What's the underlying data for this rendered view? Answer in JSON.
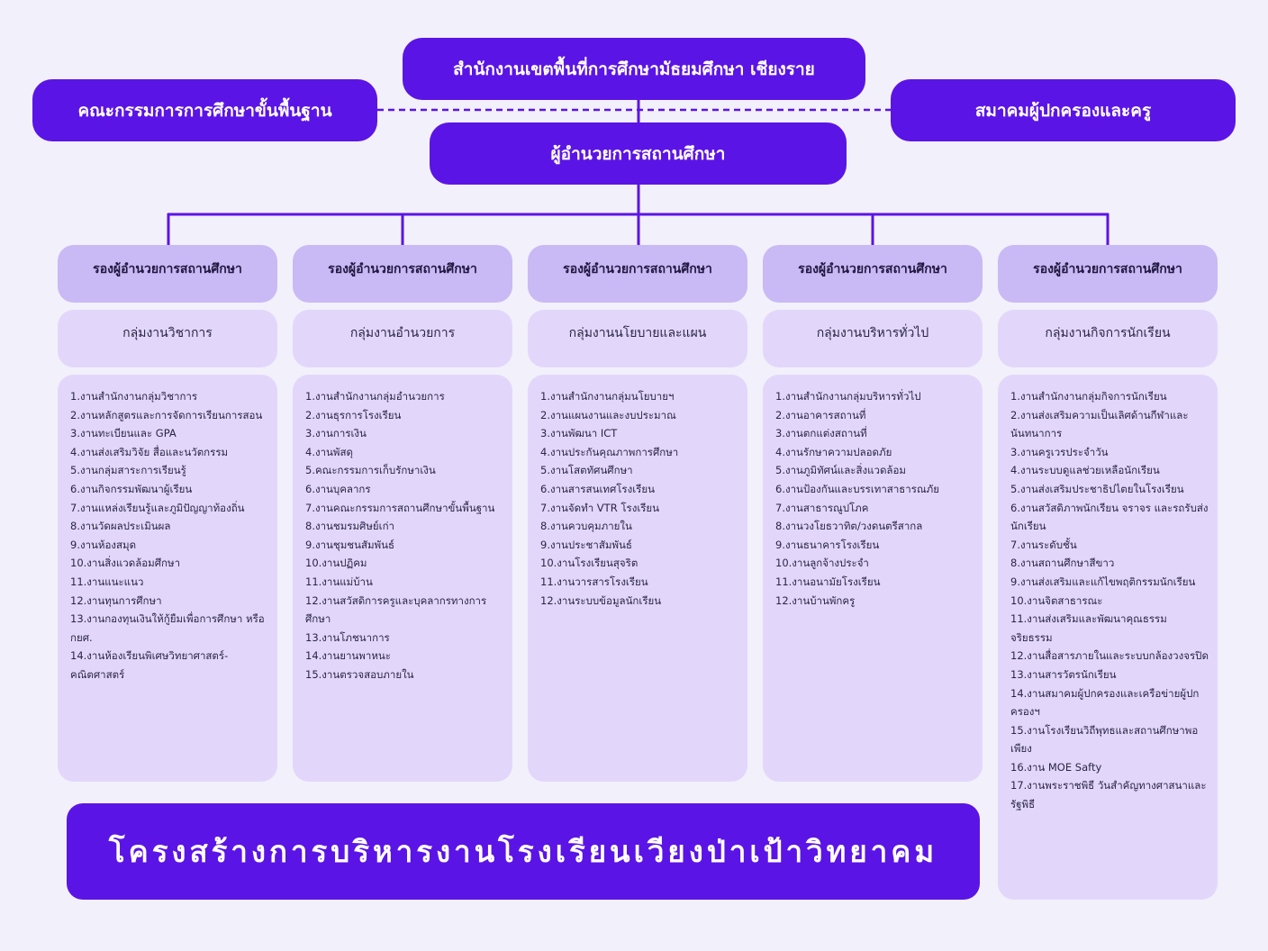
{
  "diagram": {
    "top_office": "สำนักงานเขตพื้นที่การศึกษามัธยมศึกษา เชียงราย",
    "left_partner": "คณะกรรมการการศึกษาขั้นพื้นฐาน",
    "right_partner": "สมาคมผู้ปกครองและครู",
    "director": "ผู้อำนวยการสถานศึกษา",
    "title": "โครงสร้างการบริหารงานโรงเรียนเวียงป่าเป้าวิทยาคม",
    "colors": {
      "primary": "#5b14e6",
      "head_box": "#c9b9f4",
      "list_box": "#e2d7fb",
      "background": "#f2f0fa"
    },
    "columns": [
      {
        "head": "รองผู้อำนวยการสถานศึกษา",
        "group": "กลุ่มงานวิชาการ",
        "items": [
          "1.งานสำนักงานกลุ่มวิชาการ",
          "2.งานหลักสูตรและการจัดการเรียนการสอน",
          "3.งานทะเบียนและ GPA",
          "4.งานส่งเสริมวิจัย สื่อและนวัตกรรม",
          "5.งานกลุ่มสาระการเรียนรู้",
          "6.งานกิจกรรมพัฒนาผู้เรียน",
          "7.งานแหล่งเรียนรู้และภูมิปัญญาท้องถิ่น",
          "8.งานวัดผลประเมินผล",
          "9.งานห้องสมุด",
          "10.งานสิ่งแวดล้อมศึกษา",
          "11.งานแนะแนว",
          "12.งานทุนการศึกษา",
          "13.งานกองทุนเงินให้กู้ยืมเพื่อการศึกษา หรือ กยศ.",
          "14.งานห้องเรียนพิเศษวิทยาศาสตร์-คณิตศาสตร์"
        ]
      },
      {
        "head": "รองผู้อำนวยการสถานศึกษา",
        "group": "กลุ่มงานอำนวยการ",
        "items": [
          "1.งานสำนักงานกลุ่มอำนวยการ",
          "2.งานธุรการโรงเรียน",
          "3.งานการเงิน",
          "4.งานพัสดุ",
          "5.คณะกรรมการเก็บรักษาเงิน",
          "6.งานบุคลากร",
          "7.งานคณะกรรมการสถานศึกษาขั้นพื้นฐาน",
          "8.งานชมรมศิษย์เก่า",
          "9.งานชุมชนสัมพันธ์",
          "10.งานปฏิคม",
          "11.งานแม่บ้าน",
          "12.งานสวัสดิการครูและบุคลากรทางการศึกษา",
          "13.งานโภชนาการ",
          "14.งานยานพาหนะ",
          "15.งานตรวจสอบภายใน"
        ]
      },
      {
        "head": "รองผู้อำนวยการสถานศึกษา",
        "group": "กลุ่มงานนโยบายและแผน",
        "items": [
          "1.งานสำนักงานกลุ่มนโยบายฯ",
          "2.งานแผนงานและงบประมาณ",
          "3.งานพัฒนา ICT",
          "4.งานประกันคุณภาพการศึกษา",
          "5.งานโสตทัศนศึกษา",
          "6.งานสารสนเทศโรงเรียน",
          "7.งานจัดทำ VTR โรงเรียน",
          "8.งานควบคุมภายใน",
          "9.งานประชาสัมพันธ์",
          "10.งานโรงเรียนสุจริต",
          "11.งานวารสารโรงเรียน",
          "12.งานระบบข้อมูลนักเรียน"
        ]
      },
      {
        "head": "รองผู้อำนวยการสถานศึกษา",
        "group": "กลุ่มงานบริหารทั่วไป",
        "items": [
          "1.งานสำนักงานกลุ่มบริหารทั่วไป",
          "2.งานอาคารสถานที่",
          "3.งานตกแต่งสถานที่",
          "4.งานรักษาความปลอดภัย",
          "5.งานภูมิทัศน์และสิ่งแวดล้อม",
          "6.งานป้องกันและบรรเทาสาธารณภัย",
          "7.งานสาธารณูปโภค",
          "8.งานวงโยธวาทิต/วงดนตรีสากล",
          "9.งานธนาคารโรงเรียน",
          "10.งานลูกจ้างประจำ",
          "11.งานอนามัยโรงเรียน",
          "12.งานบ้านพักครู"
        ]
      },
      {
        "head": "รองผู้อำนวยการสถานศึกษา",
        "group": "กลุ่มงานกิจการนักเรียน",
        "items": [
          "1.งานสำนักงานกลุ่มกิจการนักเรียน",
          "2.งานส่งเสริมความเป็นเลิศด้านกีฬาและนันทนาการ",
          "3.งานครูเวรประจำวัน",
          "4.งานระบบดูแลช่วยเหลือนักเรียน",
          "5.งานส่งเสริมประชาธิปไตยในโรงเรียน",
          "6.งานสวัสดิภาพนักเรียน จราจร และรถรับส่งนักเรียน",
          "7.งานระดับชั้น",
          "8.งานสถานศึกษาสีขาว",
          "9.งานส่งเสริมและแก้ไขพฤติกรรมนักเรียน",
          "10.งานจิตสาธารณะ",
          "11.งานส่งเสริมและพัฒนาคุณธรรมจริยธรรม",
          "12.งานสื่อสารภายในและระบบกล้องวงจรปิด",
          "13.งานสารวัตรนักเรียน",
          "14.งานสมาคมผู้ปกครองและเครือข่ายผู้ปกครองฯ",
          "15.งานโรงเรียนวิถีพุทธและสถานศึกษาพอเพียง",
          "16.งาน MOE Safty",
          "17.งานพระราชพิธี วันสำคัญทางศาสนาและรัฐพิธี"
        ]
      }
    ]
  }
}
